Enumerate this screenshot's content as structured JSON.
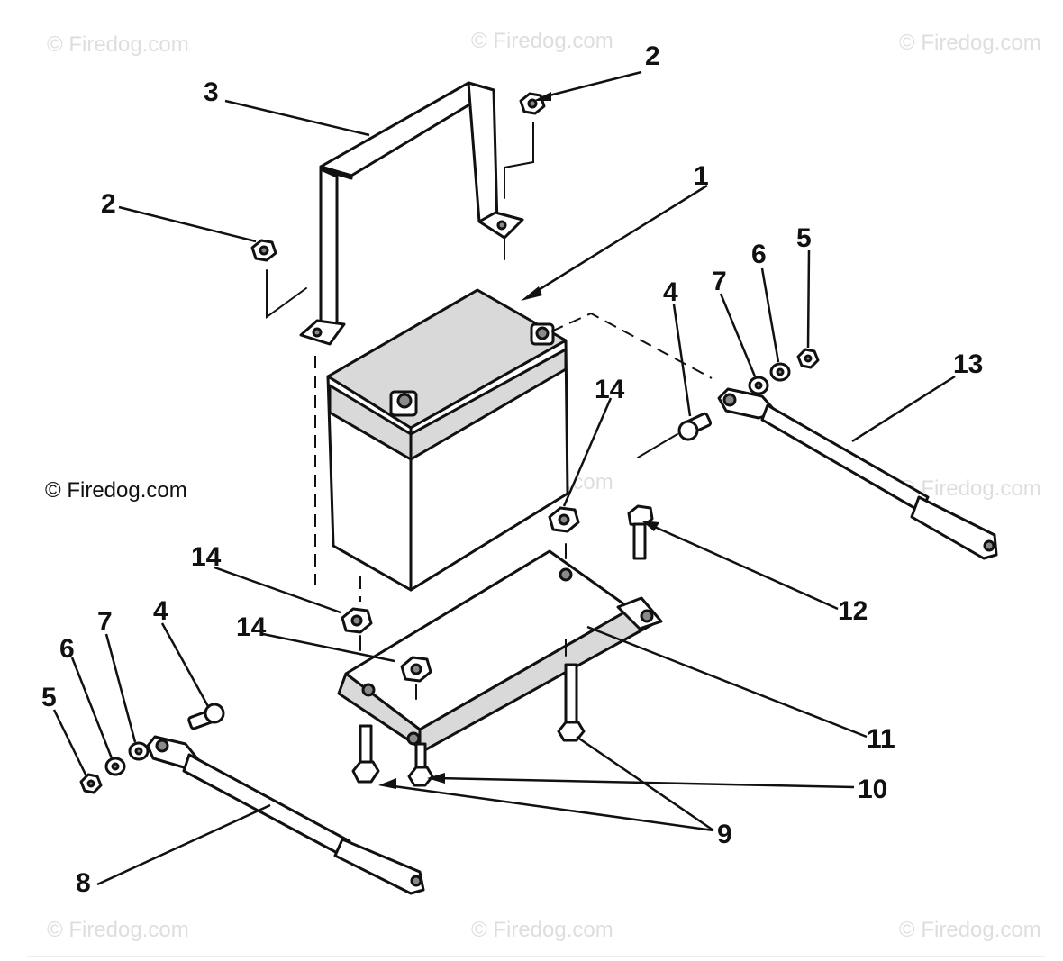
{
  "watermark": "© Firedog.com",
  "copyright_label": "© Firedog.com",
  "callouts": {
    "battery": "1",
    "nut_top_right": "2",
    "nut_top_left": "2",
    "hold_down_bracket": "3",
    "bolt_right": "4",
    "bolt_left": "4",
    "nut_right": "5",
    "nut_left": "5",
    "washer_right": "6",
    "washer_left": "6",
    "lockwasher_right": "7",
    "lockwasher_left": "7",
    "cable_negative": "8",
    "screw": "9",
    "bolt_bottom": "10",
    "battery_tray": "11",
    "bolt_tray": "12",
    "cable_positive": "13",
    "nut_tray_right": "14",
    "nut_tray_left": "14",
    "nut_tray_center": "14"
  }
}
